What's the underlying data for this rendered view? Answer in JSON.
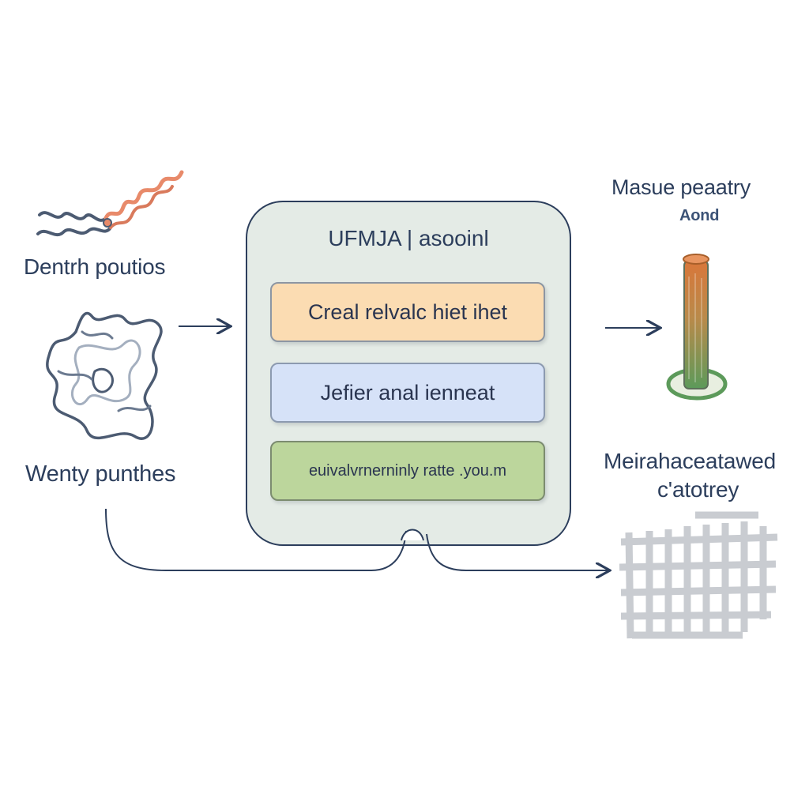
{
  "diagram": {
    "left": {
      "top_label": "Dentrh poutios",
      "bottom_label": "Wenty punthes"
    },
    "center": {
      "title": "UFMJA | asooinl",
      "stages": [
        "Creal relvalc hiet ihet",
        "Jefier anal ienneat",
        "euivalvrnerninly ratte .you.m"
      ]
    },
    "right": {
      "top_label": "Masue peaatry",
      "top_sublabel": "Aond",
      "bottom_label_line1": "Meirahaceatawed",
      "bottom_label_line2": "c'atotrey"
    },
    "colors": {
      "ink": "#2c3e5c",
      "stage_1_fill": "#fbdcb2",
      "stage_2_fill": "#d6e2f8",
      "stage_3_fill": "#bcd69c",
      "panel_fill": "#e4ebe6",
      "protein_accent": "#e88a6a",
      "column_green": "#5c9a5a",
      "column_orange": "#c97a3a"
    },
    "icons": [
      "linear-peptide-icon",
      "folded-protein-icon",
      "column-icon",
      "grid-matrix-icon"
    ]
  }
}
